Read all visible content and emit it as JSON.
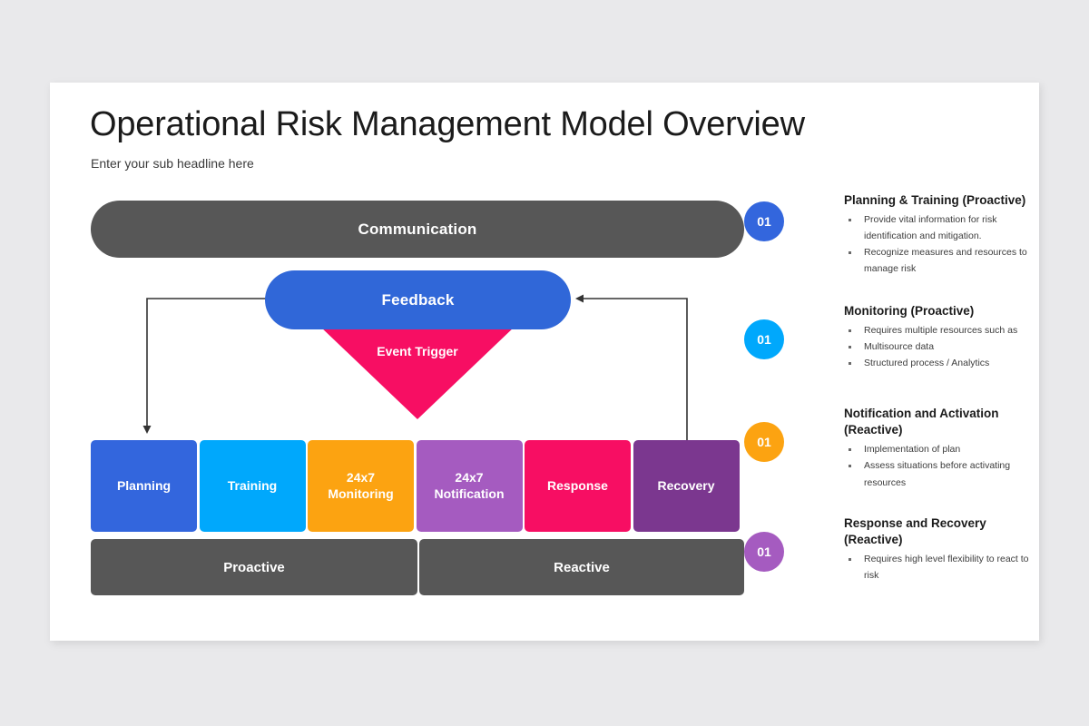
{
  "slide": {
    "title": "Operational Risk Management Model Overview",
    "subtitle": "Enter your sub headline here",
    "background_color": "#e9e9eb",
    "card_color": "#ffffff"
  },
  "diagram": {
    "communication_label": "Communication",
    "communication_color": "#575757",
    "feedback_label": "Feedback",
    "feedback_color": "#3067d8",
    "event_trigger_label": "Event Trigger",
    "event_trigger_color": "#f70e63",
    "categories": [
      {
        "label": "Planning",
        "color": "#3366dd"
      },
      {
        "label": "Training",
        "color": "#00a8fc"
      },
      {
        "label": "24x7\nMonitoring",
        "color": "#fca311"
      },
      {
        "label": "24x7\nNotification",
        "color": "#a55bc0"
      },
      {
        "label": "Response",
        "color": "#f70e63"
      },
      {
        "label": "Recovery",
        "color": "#7b378f"
      }
    ],
    "footer_bars": [
      {
        "label": "Proactive",
        "color": "#575757"
      },
      {
        "label": "Reactive",
        "color": "#575757"
      }
    ]
  },
  "legend": {
    "items": [
      {
        "number": "01",
        "color": "#3366dd",
        "heading": "Planning & Training (Proactive)",
        "bullets": [
          "Provide vital information for risk identification and mitigation.",
          "Recognize measures and resources to manage risk"
        ]
      },
      {
        "number": "01",
        "color": "#00a8fc",
        "heading": "Monitoring (Proactive)",
        "bullets": [
          "Requires multiple resources such as",
          "Multisource data",
          "Structured process / Analytics"
        ]
      },
      {
        "number": "01",
        "color": "#fca311",
        "heading": "Notification and Activation (Reactive)",
        "bullets": [
          "Implementation of plan",
          "Assess situations before activating resources"
        ]
      },
      {
        "number": "01",
        "color": "#a55bc0",
        "heading": "Response and Recovery (Reactive)",
        "bullets": [
          "Requires high level flexibility to react to risk"
        ]
      }
    ]
  }
}
